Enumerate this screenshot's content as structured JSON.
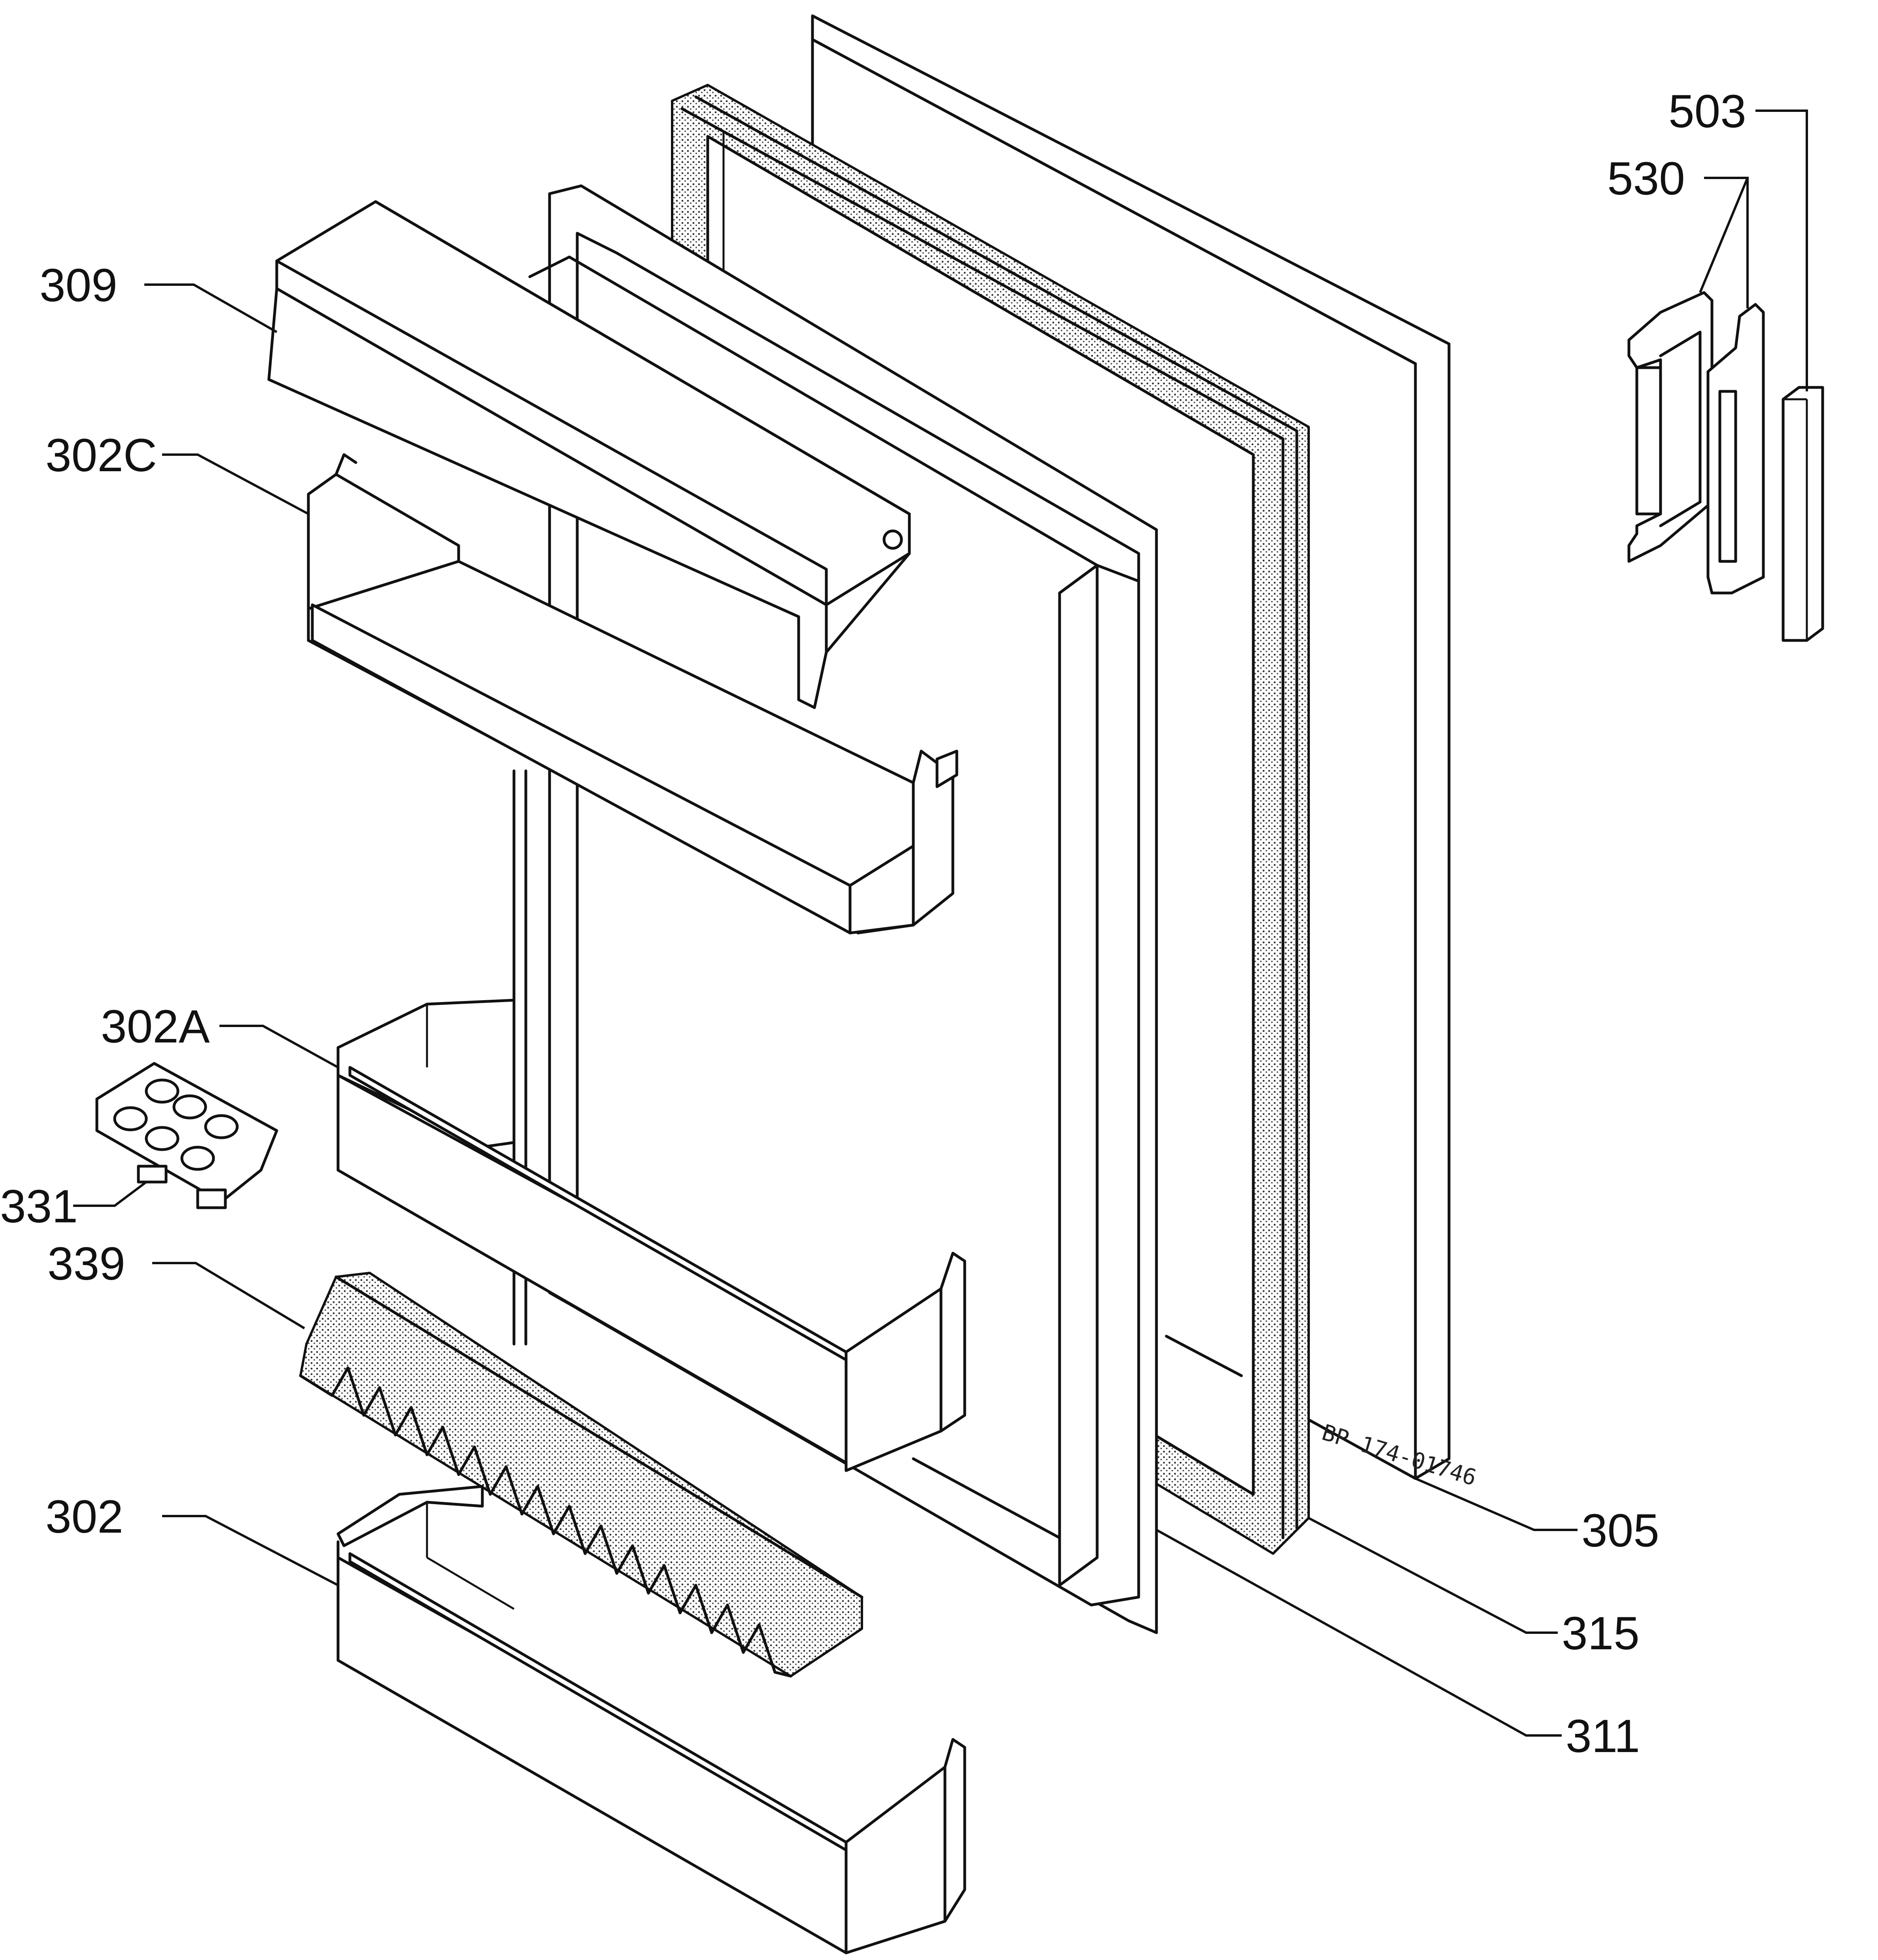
{
  "labels": {
    "l503": "503",
    "l530": "530",
    "l309": "309",
    "l302c": "302C",
    "l302a": "302A",
    "l331": "331",
    "l339": "339",
    "l302": "302",
    "l305": "305",
    "l315": "315",
    "l311": "311"
  },
  "drawing_code": "BP 174-01746"
}
